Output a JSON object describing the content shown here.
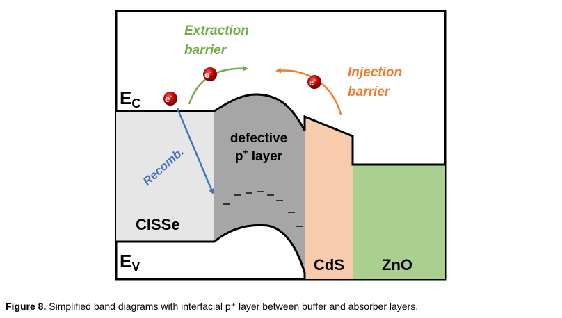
{
  "diagram": {
    "labels": {
      "ec_main": "E",
      "ec_sub": "C",
      "ev_main": "E",
      "ev_sub": "V",
      "defective_line1": "defective",
      "defective_line2_base": "p",
      "defective_line2_sup": "+",
      "defective_line2_rest": " layer",
      "cisse": "CISSe",
      "cds": "CdS",
      "zno": "ZnO",
      "extraction_line1": "Extraction",
      "extraction_line2": "barrier",
      "injection_line1": "Injection",
      "injection_line2": "barrier",
      "recomb": "Recomb.",
      "electron_base": "e",
      "electron_sup": "-"
    },
    "colors": {
      "cisse_fill": "#e6e6e6",
      "defective_fill": "#a6a6a6",
      "cds_fill": "#f8cbad",
      "zno_fill": "#a9d08e",
      "extraction_arrow": "#70ad47",
      "injection_arrow": "#ed7d31",
      "recomb_arrow": "#4472c4",
      "electron": "#c00000"
    }
  },
  "caption": {
    "label": "Figure 8.",
    "text": " Simplified band diagrams with interfacial p⁺ layer between buffer and absorber layers."
  }
}
